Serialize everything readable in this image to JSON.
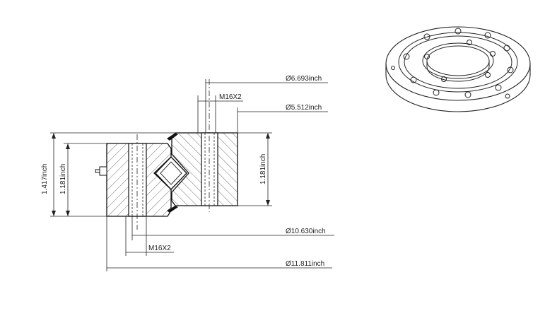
{
  "drawing": {
    "dimensions": {
      "outer_diameter": "Ø11.811inch",
      "bolt_circle_outer": "Ø10.630inch",
      "inner_diameter": "Ø5.512inch",
      "bolt_circle_inner": "Ø6.693inch",
      "total_height": "1.417inch",
      "outer_ring_height": "1.181inch",
      "inner_ring_height": "1.181inch",
      "inner_thread": "M16X2",
      "outer_thread": "M16X2"
    }
  }
}
